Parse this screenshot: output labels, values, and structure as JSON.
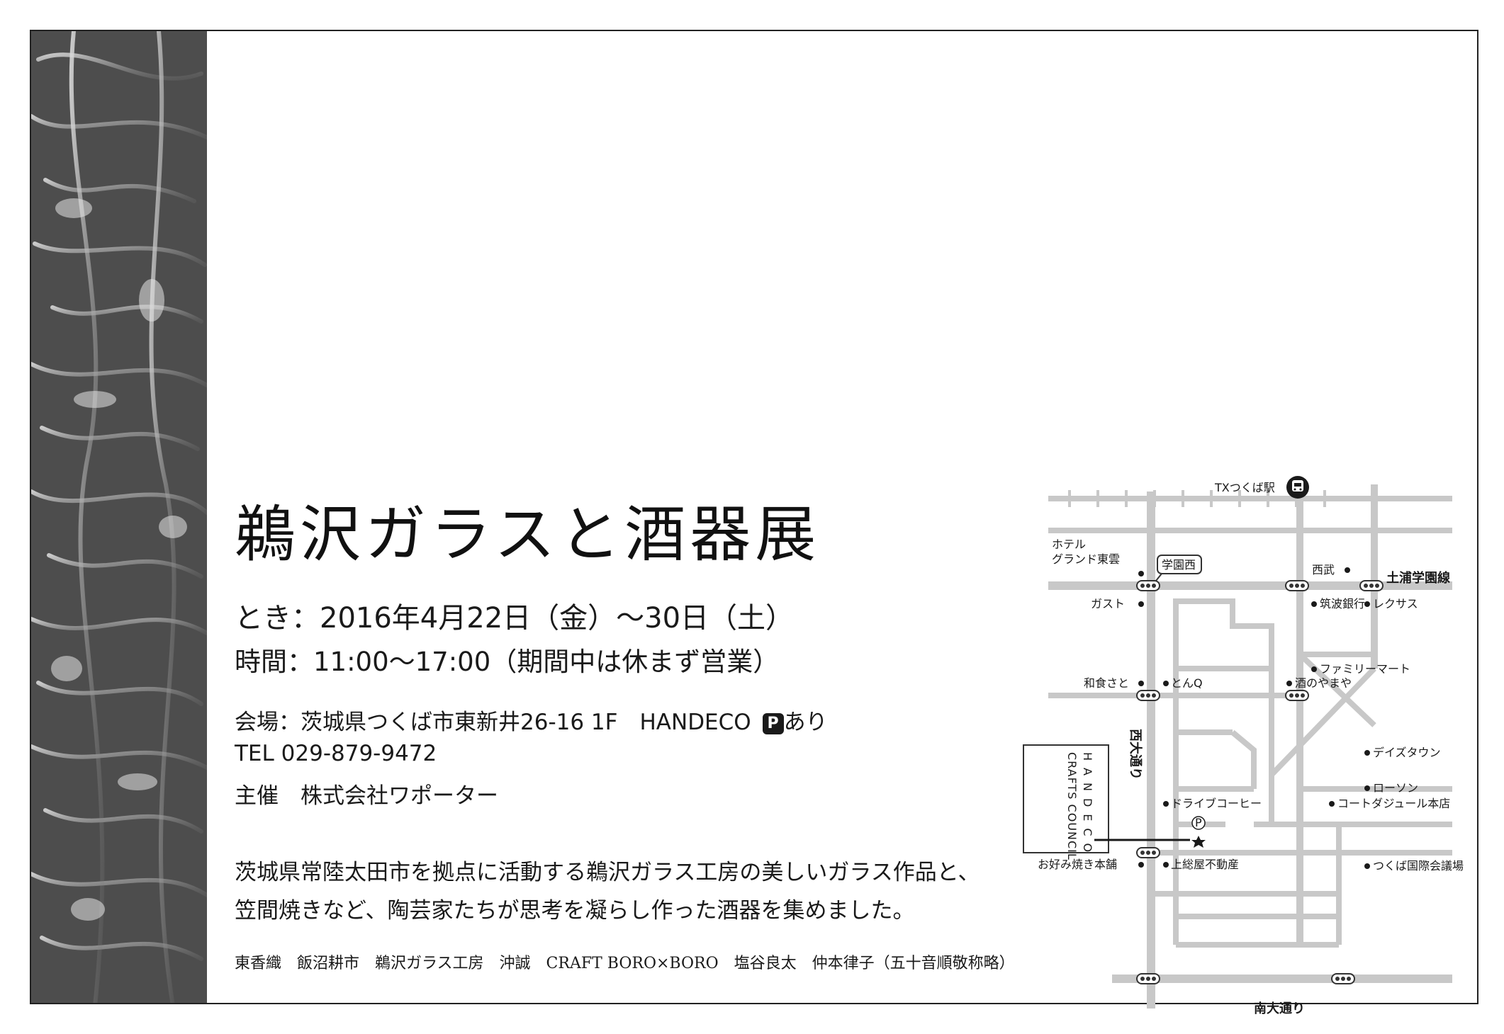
{
  "title": "鵜沢ガラスと酒器展",
  "date_line": "とき：2016年4月22日（金）〜30日（土）",
  "hours_line": "時間：11:00〜17:00（期間中は休まず営業）",
  "venue_line": "会場：茨城県つくば市東新井26-16 1F　HANDECO",
  "parking_badge": "P",
  "parking_text": "あり",
  "tel_line": "TEL 029-879-9472",
  "organizer_line": "主催　株式会社ワポーター",
  "description": [
    "茨城県常陸太田市を拠点に活動する鵜沢ガラス工房の美しいガラス作品と、",
    "笠間焼きなど、陶芸家たちが思考を凝らし作った酒器を集めました。"
  ],
  "artists_line": "東香織　飯沼耕市　鵜沢ガラス工房　沖誠　CRAFT BORO×BORO　塩谷良太　仲本律子（五十音順敬称略）",
  "map": {
    "station": "TXつくば駅",
    "roads": {
      "tsuchiura": "土浦学園線",
      "nishi_odori": "西大通り",
      "minami_odori": "南大通り"
    },
    "stop": "学園西",
    "landmarks": {
      "hotel_line1": "ホテル",
      "hotel_line2": "グランド東雲",
      "seibu": "西武",
      "gasuto": "ガスト",
      "tsukuba_bank": "筑波銀行",
      "lexus": "レクサス",
      "familymart": "ファミリーマート",
      "washoku": "和食さと",
      "tonq": "とんQ",
      "sake_yamaya": "酒のやまや",
      "daiz": "デイズタウン",
      "lawson": "ローソン",
      "drive_coffee": "ドライブコーヒー",
      "cote": "コートダジュール本店",
      "okonomi": "お好み焼き本舗",
      "kamisoya": "上総屋不動産",
      "kokusai": "つくば国際会議場"
    },
    "handeco_logo": "HANDECO",
    "handeco_sub": "CRAFTS COUNCIL",
    "parking_mark": "P"
  }
}
